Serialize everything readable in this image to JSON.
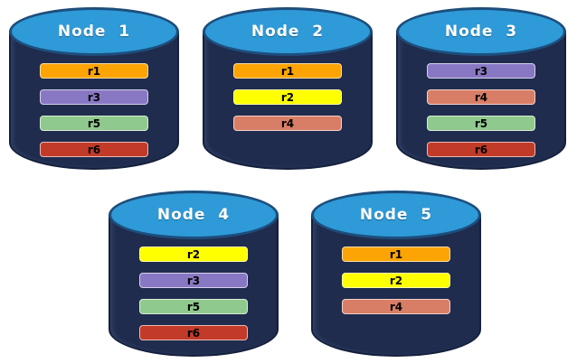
{
  "diagram": {
    "description": "Replica distribution across database nodes",
    "colors": {
      "background": "#FFFFFF",
      "cylinder_body": "#1F2C4E",
      "cylinder_body_border": "#15203C",
      "cylinder_top": "#2E9AD8",
      "cylinder_top_border": "#1D4E7C",
      "title_text": "#FFFFFF",
      "bar_text": "#000000"
    },
    "replica_colors": {
      "r1": "#FCA403",
      "r2": "#FFFF00",
      "r3": "#8878C4",
      "r4": "#D97E66",
      "r5": "#90C98E",
      "r6": "#C23A28"
    },
    "nodes": [
      {
        "title": "Node  1",
        "replicas": [
          "r1",
          "r3",
          "r5",
          "r6"
        ]
      },
      {
        "title": "Node  2",
        "replicas": [
          "r1",
          "r2",
          "r4"
        ]
      },
      {
        "title": "Node  3",
        "replicas": [
          "r3",
          "r4",
          "r5",
          "r6"
        ]
      },
      {
        "title": "Node  4",
        "replicas": [
          "r2",
          "r3",
          "r5",
          "r6"
        ]
      },
      {
        "title": "Node  5",
        "replicas": [
          "r1",
          "r2",
          "r4"
        ]
      }
    ]
  }
}
